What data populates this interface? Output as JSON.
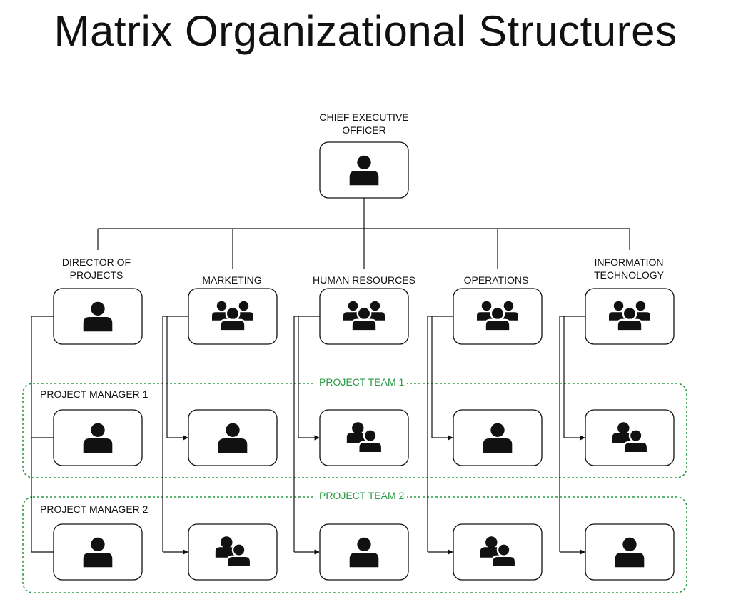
{
  "title": "Matrix Organizational Structures",
  "ceo": {
    "label": "CHIEF EXECUTIVE OFFICER",
    "icon": "person-icon"
  },
  "departments": [
    {
      "id": "projects",
      "label_lines": [
        "DIRECTOR OF",
        "PROJECTS"
      ],
      "icon": "person-icon"
    },
    {
      "id": "marketing",
      "label_lines": [
        "MARKETING"
      ],
      "icon": "group-icon"
    },
    {
      "id": "hr",
      "label_lines": [
        "HUMAN RESOURCES"
      ],
      "icon": "group-icon"
    },
    {
      "id": "operations",
      "label_lines": [
        "OPERATIONS"
      ],
      "icon": "group-icon"
    },
    {
      "id": "it",
      "label_lines": [
        "INFORMATION",
        "TECHNOLOGY"
      ],
      "icon": "group-icon"
    }
  ],
  "teams": [
    {
      "name": "PROJECT TEAM 1",
      "manager_label": "PROJECT MANAGER 1",
      "members": [
        "person-icon",
        "person-icon",
        "pair-icon",
        "person-icon",
        "pair-icon"
      ]
    },
    {
      "name": "PROJECT TEAM 2",
      "manager_label": "PROJECT MANAGER 2",
      "members": [
        "person-icon",
        "pair-icon",
        "person-icon",
        "pair-icon",
        "person-icon"
      ]
    }
  ],
  "colors": {
    "line": "#111111",
    "team_border": "#2a9a45",
    "box_border": "#111111"
  }
}
